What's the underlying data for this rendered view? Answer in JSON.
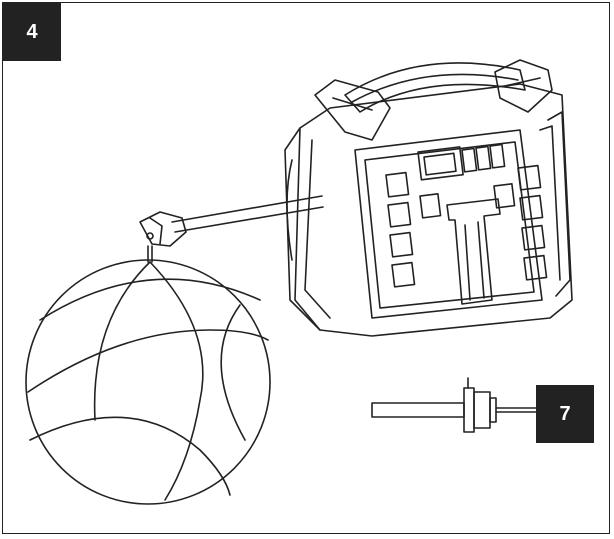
{
  "figure": {
    "step_number": "4",
    "part_callout": "7"
  },
  "colors": {
    "line": "#222222",
    "badge_bg": "#222222",
    "badge_text": "#ffffff"
  },
  "icons": {
    "compressor": "air-compressor-drawing",
    "ball": "basketball-drawing",
    "needle": "inflation-needle-drawing"
  }
}
